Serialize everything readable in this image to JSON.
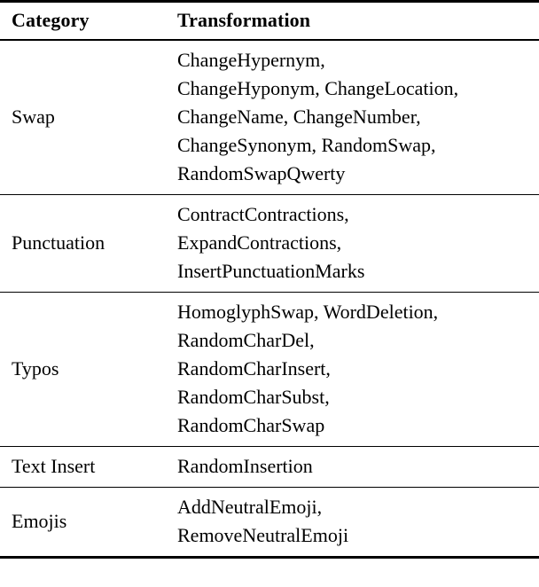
{
  "table": {
    "headers": {
      "category": "Category",
      "transformation": "Transformation"
    },
    "rows": [
      {
        "category": "Swap",
        "transformation_text": "ChangeHypernym, ChangeHyponym, ChangeLocation, ChangeName, ChangeNumber, ChangeSynonym, RandomSwap, RandomSwapQwerty",
        "transformation_lines": [
          "ChangeHypernym,",
          "ChangeHyponym, ChangeLocation,",
          "ChangeName, ChangeNumber,",
          "ChangeSynonym, RandomSwap,",
          "RandomSwapQwerty"
        ],
        "transformations": [
          "ChangeHypernym",
          "ChangeHyponym",
          "ChangeLocation",
          "ChangeName",
          "ChangeNumber",
          "ChangeSynonym",
          "RandomSwap",
          "RandomSwapQwerty"
        ]
      },
      {
        "category": "Punctuation",
        "transformation_text": "ContractContractions, ExpandContractions, InsertPunctuationMarks",
        "transformation_lines": [
          "ContractContractions,",
          "ExpandContractions,",
          "InsertPunctuationMarks"
        ],
        "transformations": [
          "ContractContractions",
          "ExpandContractions",
          "InsertPunctuationMarks"
        ]
      },
      {
        "category": "Typos",
        "transformation_text": "HomoglyphSwap, WordDeletion, RandomCharDel, RandomCharInsert, RandomCharSubst, RandomCharSwap",
        "transformation_lines": [
          "HomoglyphSwap, WordDeletion,",
          "RandomCharDel,",
          "RandomCharInsert,",
          "RandomCharSubst,",
          "RandomCharSwap"
        ],
        "transformations": [
          "HomoglyphSwap",
          "WordDeletion",
          "RandomCharDel",
          "RandomCharInsert",
          "RandomCharSubst",
          "RandomCharSwap"
        ]
      },
      {
        "category": "Text Insert",
        "transformation_text": "RandomInsertion",
        "transformation_lines": [
          "RandomInsertion"
        ],
        "transformations": [
          "RandomInsertion"
        ]
      },
      {
        "category": "Emojis",
        "transformation_text": "AddNeutralEmoji, RemoveNeutralEmoji",
        "transformation_lines": [
          "AddNeutralEmoji,",
          "RemoveNeutralEmoji"
        ],
        "transformations": [
          "AddNeutralEmoji",
          "RemoveNeutralEmoji"
        ]
      }
    ]
  },
  "style": {
    "text_color": "#000000",
    "background_color": "#ffffff",
    "rule_color": "#000000"
  }
}
